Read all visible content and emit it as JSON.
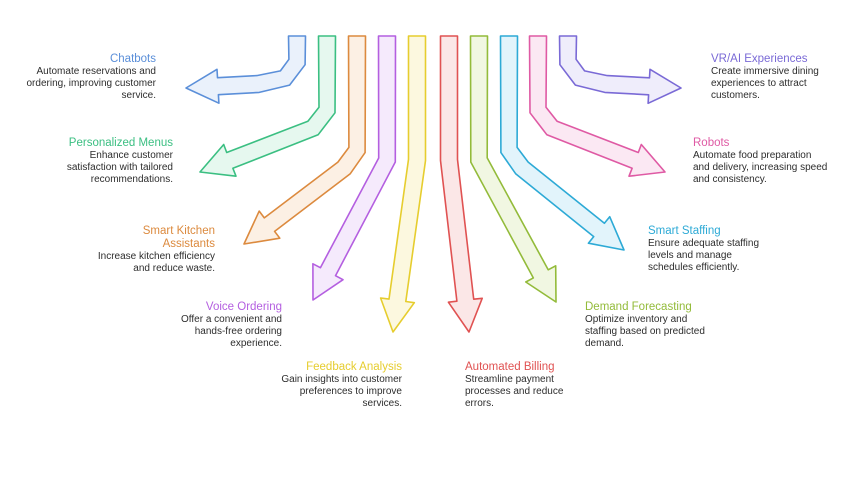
{
  "items": [
    {
      "title": "Chatbots",
      "desc": "Automate reservations and ordering, improving customer service.",
      "color": "#5b8fd9",
      "fill": "#eaf1fb"
    },
    {
      "title": "Personalized Menus",
      "desc": "Enhance customer satisfaction with tailored recommendations.",
      "color": "#3bbf82",
      "fill": "#e6f8ef"
    },
    {
      "title": "Smart Kitchen Assistants",
      "desc": "Increase kitchen efficiency and reduce waste.",
      "color": "#dc8a3e",
      "fill": "#fcf0e4"
    },
    {
      "title": "Voice Ordering",
      "desc": "Offer a convenient and hands-free ordering experience.",
      "color": "#b45fe0",
      "fill": "#f5eafc"
    },
    {
      "title": "Feedback Analysis",
      "desc": "Gain insights into customer preferences to improve services.",
      "color": "#e6cd2e",
      "fill": "#fcf8df"
    },
    {
      "title": "Automated Billing",
      "desc": "Streamline payment processes and reduce errors.",
      "color": "#e05252",
      "fill": "#fbe7e7"
    },
    {
      "title": "Demand Forecasting",
      "desc": "Optimize inventory and staffing based on predicted demand.",
      "color": "#93bb3a",
      "fill": "#f1f7e2"
    },
    {
      "title": "Smart Staffing",
      "desc": "Ensure adequate staffing levels and manage schedules efficiently.",
      "color": "#2daad6",
      "fill": "#e2f4fb"
    },
    {
      "title": "Robots",
      "desc": "Automate food preparation and delivery, increasing speed and consistency.",
      "color": "#df5aa4",
      "fill": "#fbe8f3"
    },
    {
      "title": "VR/AI Experiences",
      "desc": "Create immersive dining experiences to attract customers.",
      "color": "#7a6ad6",
      "fill": "#efedfb"
    }
  ]
}
